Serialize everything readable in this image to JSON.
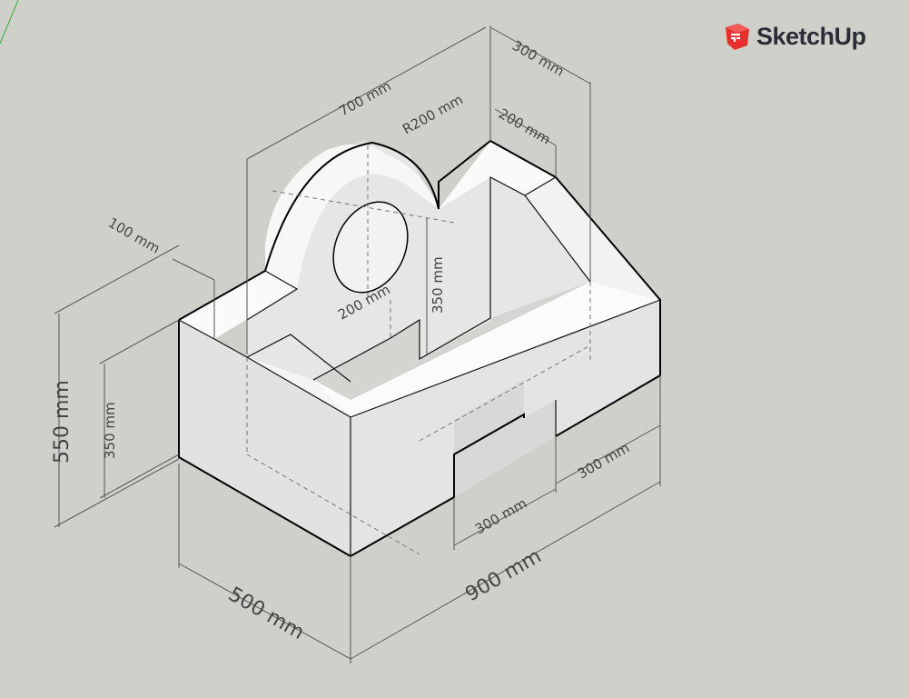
{
  "app": {
    "logo_text": "SketchUp",
    "logo_color": "#e8312f"
  },
  "dimensions": {
    "overall_length": "700 mm",
    "top_depth": "300 mm",
    "arc_radius": "R200 mm",
    "top_offset": "200 mm",
    "wall_thickness": "100 mm",
    "total_height": "550 mm",
    "base_height": "350 mm",
    "slot_height": "350 mm",
    "hole_diameter": "200 mm",
    "base_width": "500 mm",
    "base_length": "900 mm",
    "notch_width": "300 mm",
    "notch_offset": "300 mm"
  }
}
